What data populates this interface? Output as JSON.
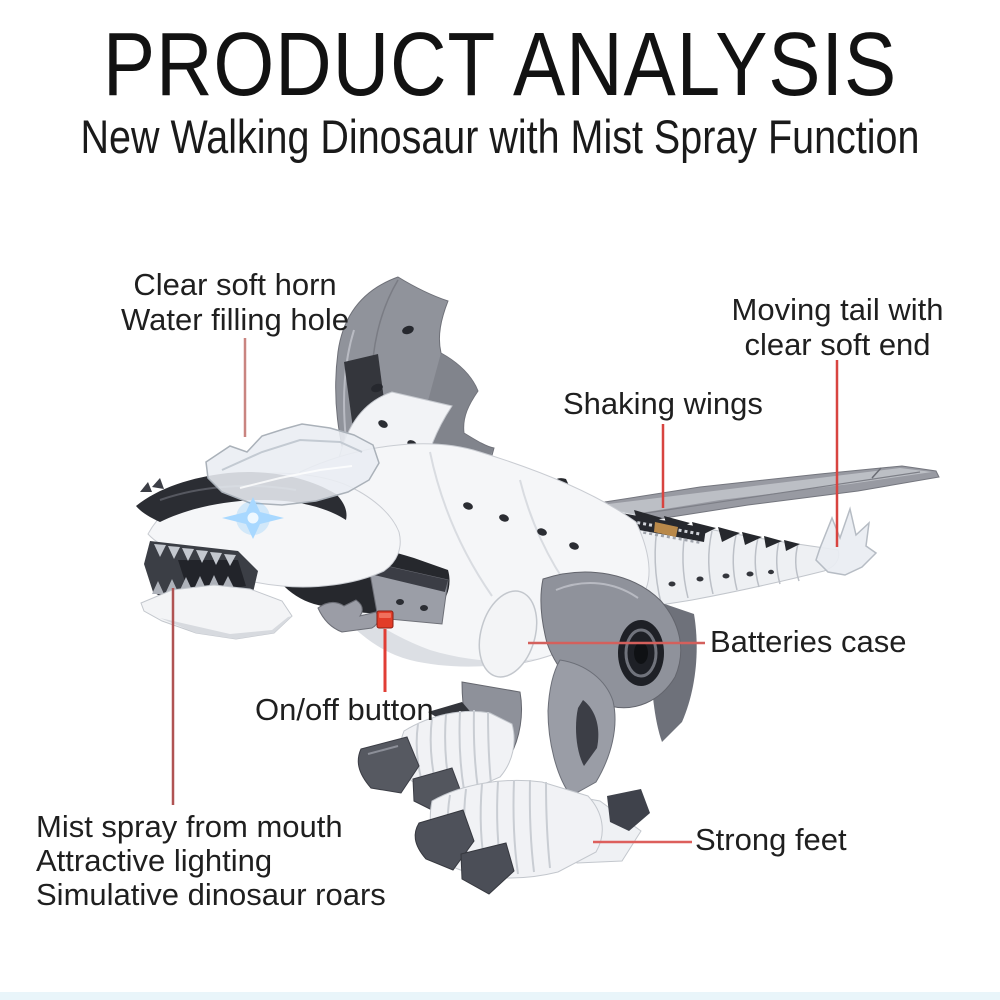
{
  "header": {
    "title": "PRODUCT ANALYSIS",
    "subtitle": "New Walking Dinosaur with Mist Spray Function",
    "text_color": "#121212"
  },
  "callouts": [
    {
      "id": "clear-soft-horn",
      "lines": [
        "Clear soft horn",
        "Water filling hole"
      ],
      "line_color": "#c98480"
    },
    {
      "id": "moving-tail",
      "lines": [
        "Moving tail with",
        "clear soft end"
      ],
      "line_color": "#d84440"
    },
    {
      "id": "shaking-wings",
      "lines": [
        "Shaking wings"
      ],
      "line_color": "#d84440"
    },
    {
      "id": "batteries-case",
      "lines": [
        "Batteries case"
      ],
      "line_color": "#d4605c"
    },
    {
      "id": "on-off-button",
      "lines": [
        "On/off button"
      ],
      "line_color": "#e13e35"
    },
    {
      "id": "mist-spray",
      "lines": [
        "Mist spray from mouth",
        "Attractive lighting",
        "Simulative dinosaur roars"
      ],
      "line_color": "#b05353"
    },
    {
      "id": "strong-feet",
      "lines": [
        "Strong feet"
      ],
      "line_color": "#dd5f5c"
    }
  ],
  "illustration": {
    "subject": "walking dinosaur toy with wings",
    "colors": {
      "body_white": "#f5f6f8",
      "armor_dark": "#26282d",
      "metal_gray": "#8f929b",
      "wing_gray": "#90939b",
      "blade_gray": "#989aa2",
      "clear_part": "#e9edf2",
      "eye_blue": "#58b6ff",
      "button_red": "#e23c28"
    }
  },
  "page": {
    "background": "#ffffff",
    "bottom_strip_color": "#e9f5fa"
  }
}
